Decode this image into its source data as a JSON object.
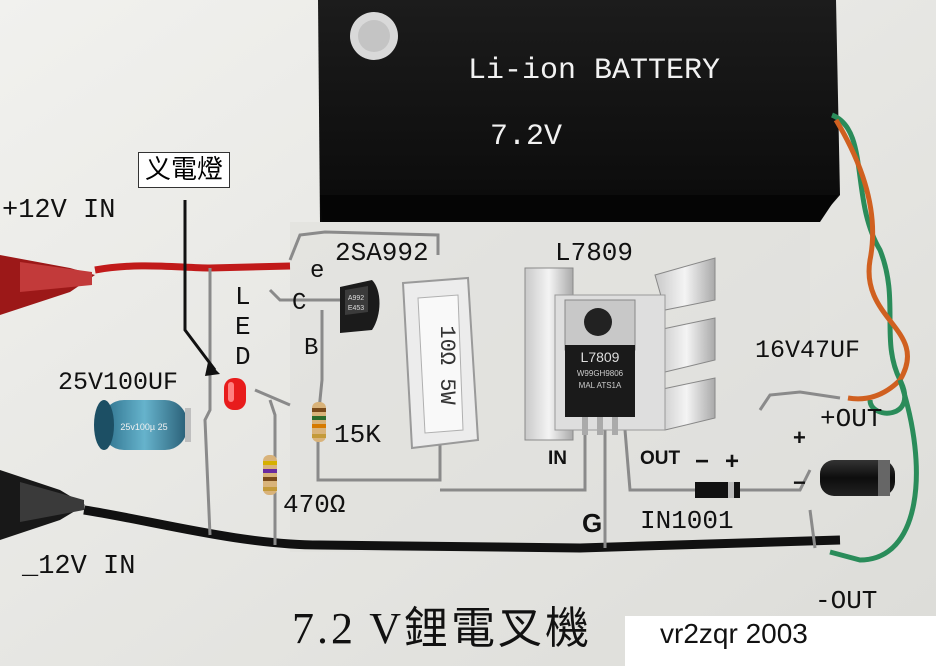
{
  "battery": {
    "label": "Li-ion  BATTERY",
    "voltage": "7.2V"
  },
  "labels": {
    "indicator": "义電燈",
    "plus_in": "+12V  IN",
    "minus_in": "_12V  IN",
    "led_l": "L",
    "led_e": "E",
    "led_d": "D",
    "e": "e",
    "c": "C",
    "b": "B",
    "transistor": "2SA992",
    "regulator": "L7809",
    "cap_in": "25V100UF",
    "cap_out": "16V47UF",
    "r15k": "15K",
    "r470": "470Ω",
    "diode": "IN1001",
    "in": "IN",
    "out": "OUT",
    "g": "G",
    "plus_out": "+OUT",
    "minus_out": "-OUT",
    "minus_sign": "−",
    "plus_sign": "+",
    "cap_plus": "+",
    "cap_minus": "−",
    "resistor_text": "10Ω  5W",
    "reg_marking": "L7809",
    "reg_code1": "W99GH9806",
    "reg_code2": "MAL ATS1A",
    "transistor_mark1": "A992",
    "transistor_mark2": "E453",
    "cap_mark": "25v100µ 25"
  },
  "title": "7.2 V鋰電叉機",
  "credit": "vr2zqr 2003"
}
